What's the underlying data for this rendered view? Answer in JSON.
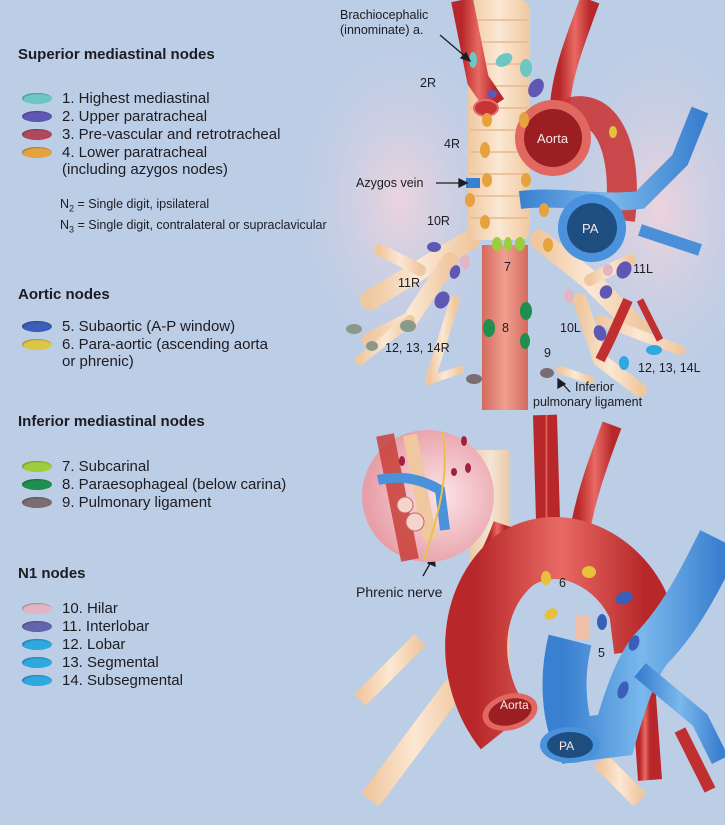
{
  "legend": {
    "sections": [
      {
        "title": "Superior mediastinal nodes",
        "items": [
          {
            "label": "1. Highest mediastinal",
            "color": "#6cc7c2"
          },
          {
            "label": "2. Upper paratracheal",
            "color": "#5e58b4"
          },
          {
            "label": "3. Pre-vascular and retrotracheal",
            "color": "#b0485c"
          },
          {
            "label": "4. Lower paratracheal",
            "label2": "(including azygos nodes)",
            "color": "#e6a23c"
          }
        ],
        "notes": [
          {
            "sym": "N",
            "sub": "2",
            "text": " = Single digit, ipsilateral"
          },
          {
            "sym": "N",
            "sub": "3",
            "text": " = Single digit, contralateral or supraclavicular"
          }
        ]
      },
      {
        "title": "Aortic nodes",
        "items": [
          {
            "label": "5. Subaortic (A-P window)",
            "color": "#3a5fb8"
          },
          {
            "label": "6. Para-aortic (ascending aorta",
            "label2": "or phrenic)",
            "color": "#dcc64a"
          }
        ]
      },
      {
        "title": "Inferior mediastinal nodes",
        "items": [
          {
            "label": "7. Subcarinal",
            "color": "#9ccd3c"
          },
          {
            "label": "8. Paraesophageal (below carina)",
            "color": "#1f8e50"
          },
          {
            "label": "9. Pulmonary ligament",
            "color": "#7a6c70"
          }
        ]
      },
      {
        "title": "N1 nodes",
        "items": [
          {
            "label": "10. Hilar",
            "color": "#e2b4c4"
          },
          {
            "label": "11. Interlobar",
            "color": "#6464ac"
          },
          {
            "label": "12. Lobar",
            "color": "#2ea8e0"
          },
          {
            "label": "13. Segmental",
            "color": "#2ea8e0"
          },
          {
            "label": "14. Subsegmental",
            "color": "#2ea8e0"
          }
        ]
      }
    ]
  },
  "figure": {
    "top_labels": {
      "brachiocephalic": "Brachiocephalic",
      "brachiocephalic2": "(innominate) a.",
      "station_2r": "2R",
      "station_4r": "4R",
      "azygos": "Azygos vein",
      "station_10r": "10R",
      "aorta": "Aorta",
      "pa": "PA",
      "station_7": "7",
      "station_11r": "11R",
      "station_11l": "11L",
      "station_8": "8",
      "station_10l": "10L",
      "station_9": "9",
      "station_1214r": "12, 13, 14R",
      "station_1214l": "12, 13, 14L",
      "inferior": "Inferior",
      "inferior2": "pulmonary ligament"
    },
    "bottom_labels": {
      "phrenic": "Phrenic nerve",
      "station_6": "6",
      "station_5": "5",
      "aorta": "Aorta",
      "pa": "PA"
    }
  }
}
